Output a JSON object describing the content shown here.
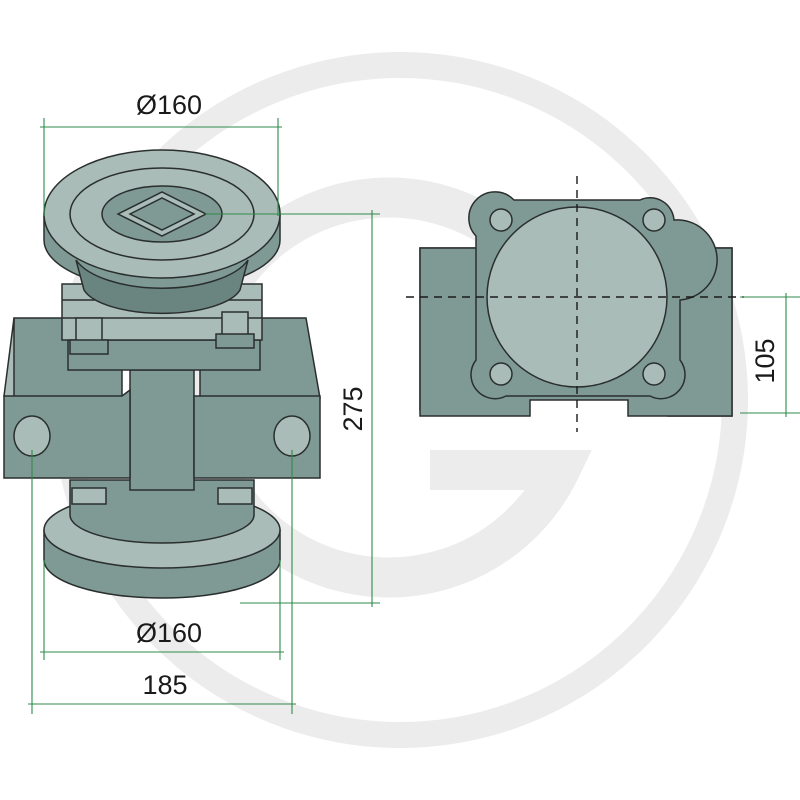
{
  "dimensions": {
    "top_diameter": "Ø160",
    "bottom_diameter": "Ø160",
    "overall_width": "185",
    "overall_height": "275",
    "flange_height": "105"
  },
  "colors": {
    "steel": "#7f9a95",
    "steel_light": "#a9bcb7",
    "dimension_line": "#2f8a4a",
    "watermark": "#ececec"
  }
}
